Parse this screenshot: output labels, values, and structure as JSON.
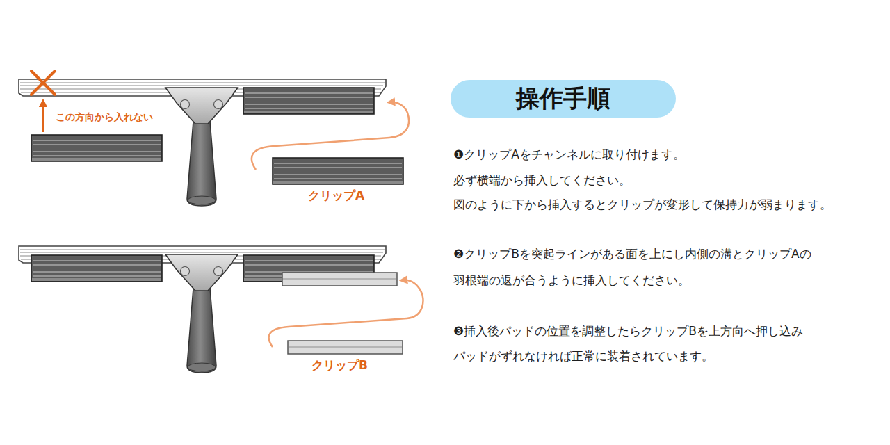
{
  "diagram": {
    "title": "操作手順",
    "labels": [
      "この方向から入れない",
      "クリップA",
      "クリップB",
      "❶クリップAをチャンネルに取り付けます。",
      "必ず横端から挿入してください。",
      "図のように下から挿入するとクリップが変形して保持力が弱まります。",
      "❷クリップBを突起ラインがある面を上にし内側の溝とクリップAの",
      "羽根端の返が合うように挿入してください。",
      "❸挿入後パッドの位置を調整したらクリップBを上方向へ押し込み",
      "パッドがずれなければ正常に装着されています。"
    ]
  }
}
